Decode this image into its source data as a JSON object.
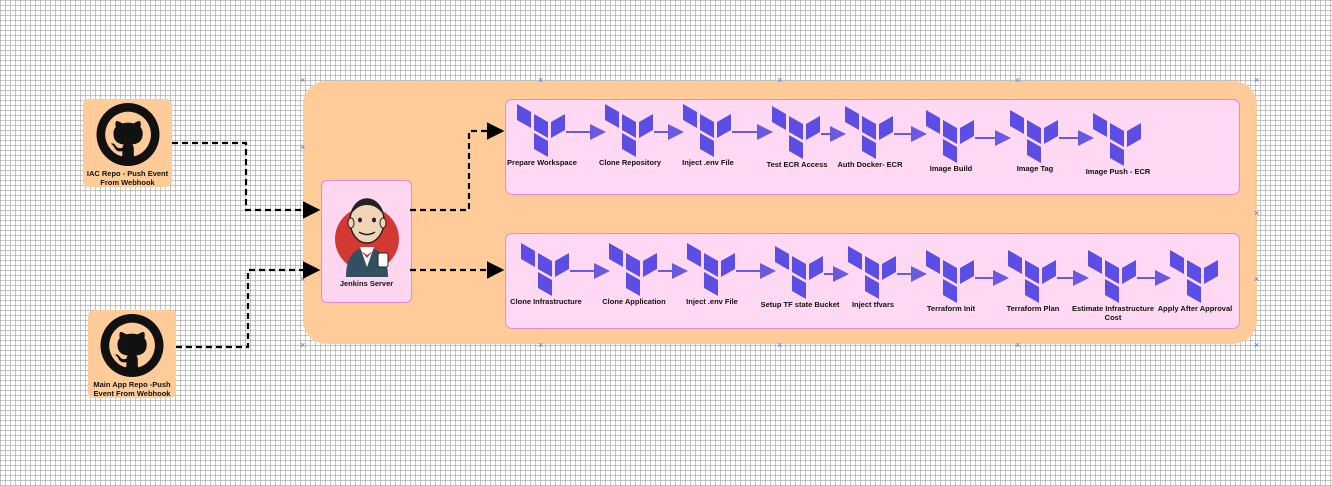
{
  "sources": [
    {
      "id": "iac",
      "label": "IAC Repo - Push Event From Webhook",
      "icon": "github-icon"
    },
    {
      "id": "app",
      "label": "Main App Repo -Push Event From Webhook",
      "icon": "github-icon"
    }
  ],
  "jenkins": {
    "label": "Jenkins Server",
    "icon": "jenkins-butler-icon"
  },
  "pipelines": [
    {
      "id": "app-pipeline",
      "steps": [
        "Prepare Workspace",
        "Clone Repository",
        "Inject .env File",
        "Test ECR Access",
        "Auth Docker- ECR",
        "Image Build",
        "Image Tag",
        "Image Push - ECR"
      ]
    },
    {
      "id": "infra-pipeline",
      "steps": [
        "Clone Infrastructure",
        "Clone Application",
        "Inject .env File",
        "Setup TF state Bucket",
        "Inject tfvars",
        "Terraform Init",
        "Terraform Plan",
        "Estimate Infrastructure Cost",
        "Apply After Approval"
      ]
    }
  ],
  "colors": {
    "container": "#ffcc99",
    "stage_box": "#ffd9f4",
    "terraform": "#5c4ee5",
    "arrow": "#6a5ae0",
    "github": "#111111"
  }
}
